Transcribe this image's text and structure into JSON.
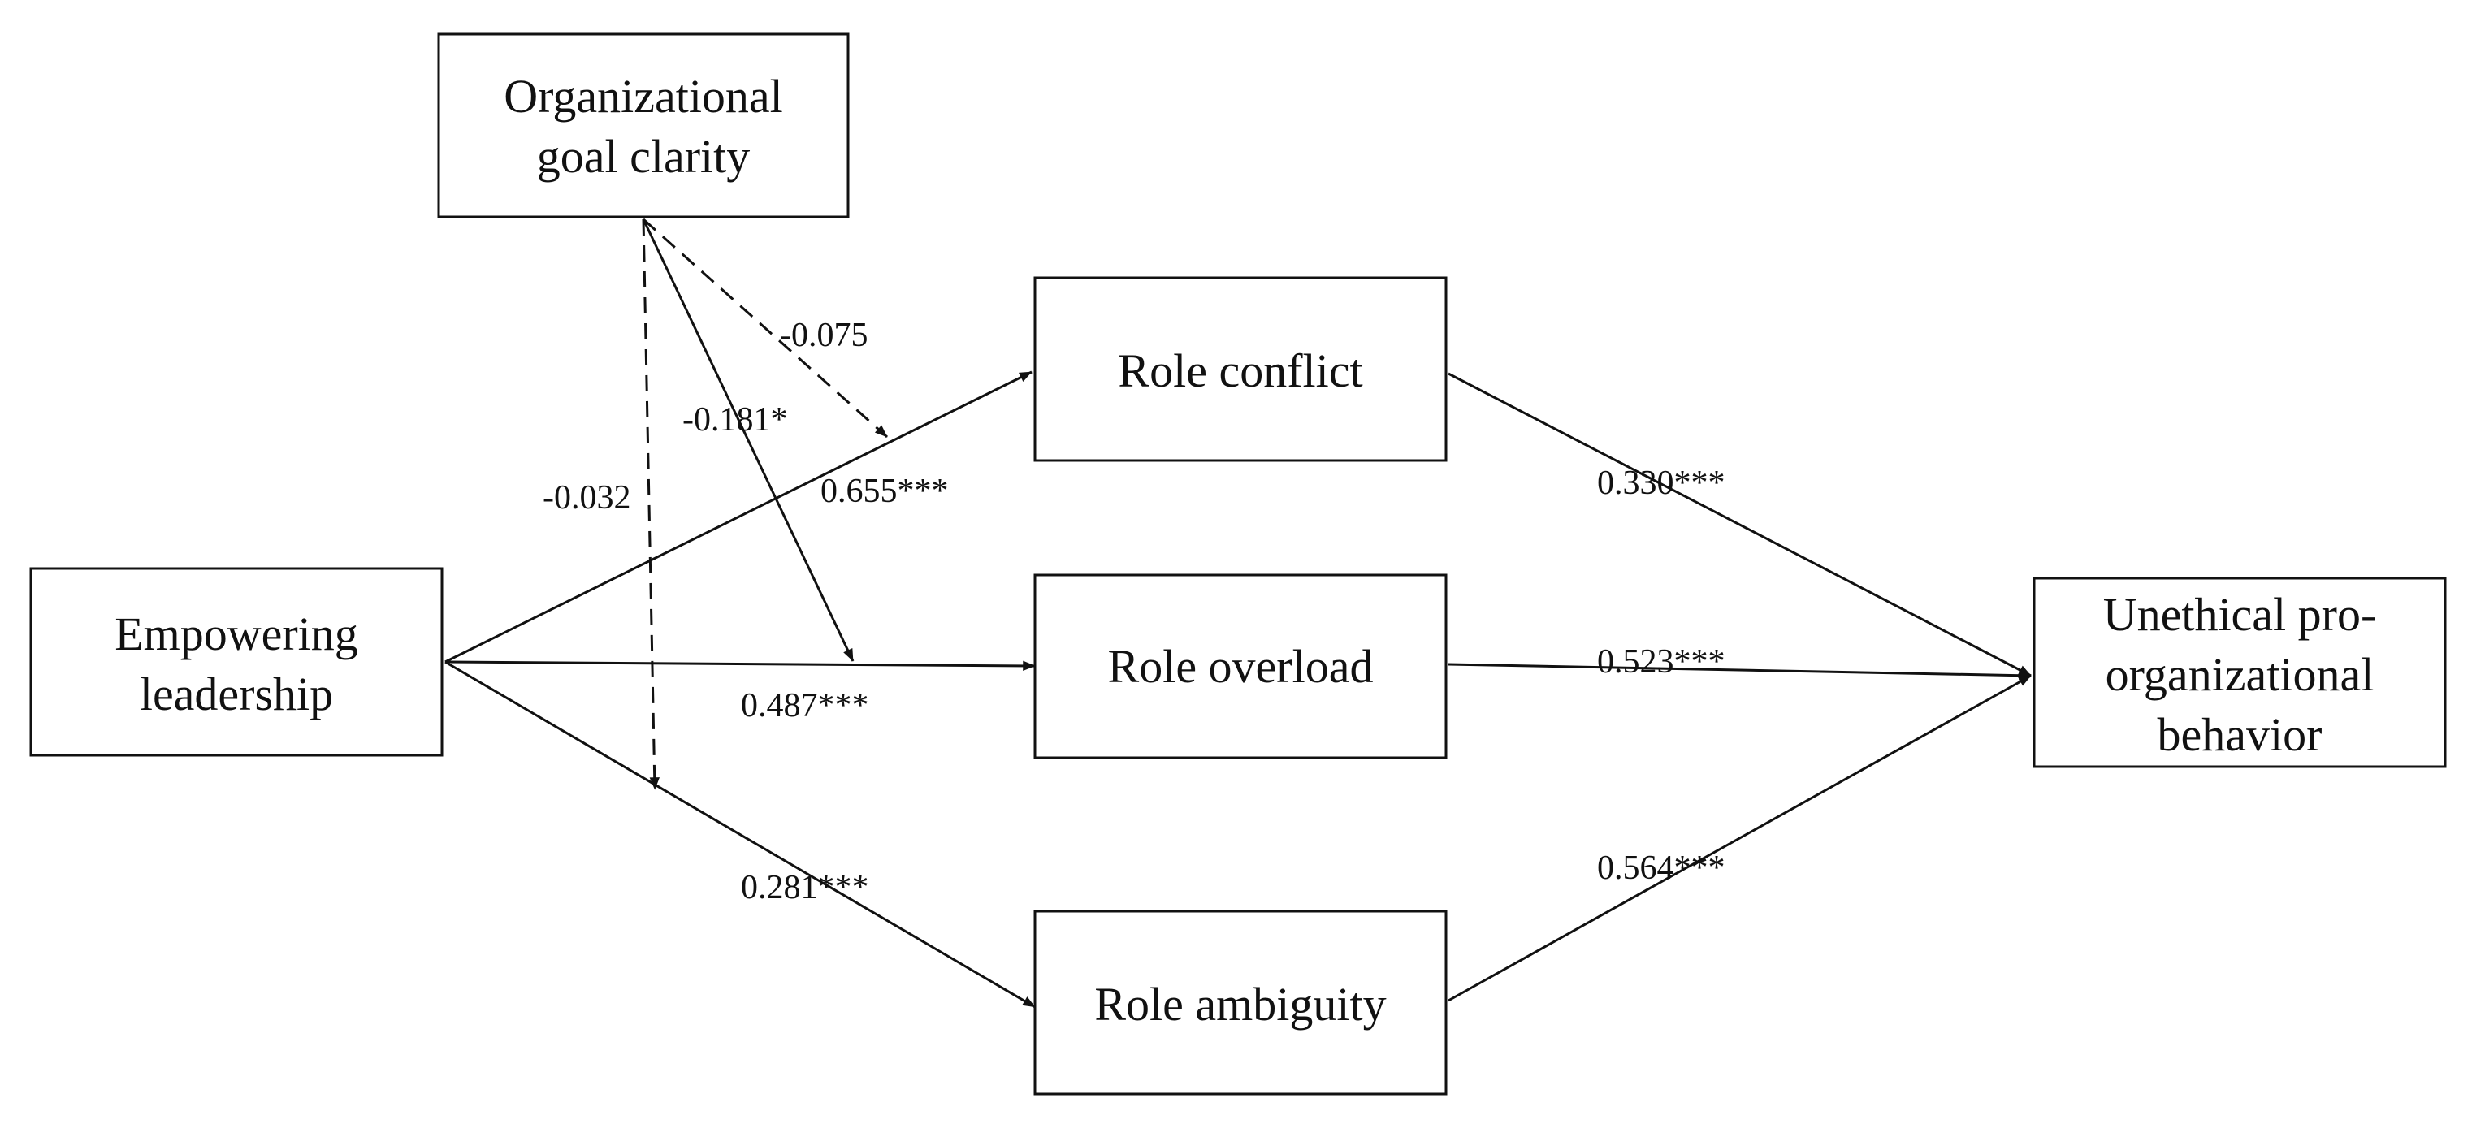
{
  "nodes": {
    "goal_clarity": {
      "lines": [
        "Organizational",
        "goal clarity"
      ]
    },
    "empowering": {
      "lines": [
        "Empowering",
        "leadership"
      ]
    },
    "role_conflict": {
      "lines": [
        "Role conflict"
      ]
    },
    "role_overload": {
      "lines": [
        "Role overload"
      ]
    },
    "role_ambiguity": {
      "lines": [
        "Role ambiguity"
      ]
    },
    "upb": {
      "lines": [
        "Unethical pro-",
        "organizational",
        "behavior"
      ]
    }
  },
  "paths": {
    "el_to_conflict": "0.655***",
    "el_to_overload": "0.487***",
    "el_to_ambiguity": "0.281***",
    "conflict_to_upb": "0.330***",
    "overload_to_upb": "0.523***",
    "ambiguity_to_upb": "0.564***",
    "moderation_conflict": "-0.075",
    "moderation_overload": "-0.181*",
    "moderation_ambiguity": "-0.032"
  },
  "colors": {
    "line": "#111111",
    "box_fill": "#ffffff"
  }
}
